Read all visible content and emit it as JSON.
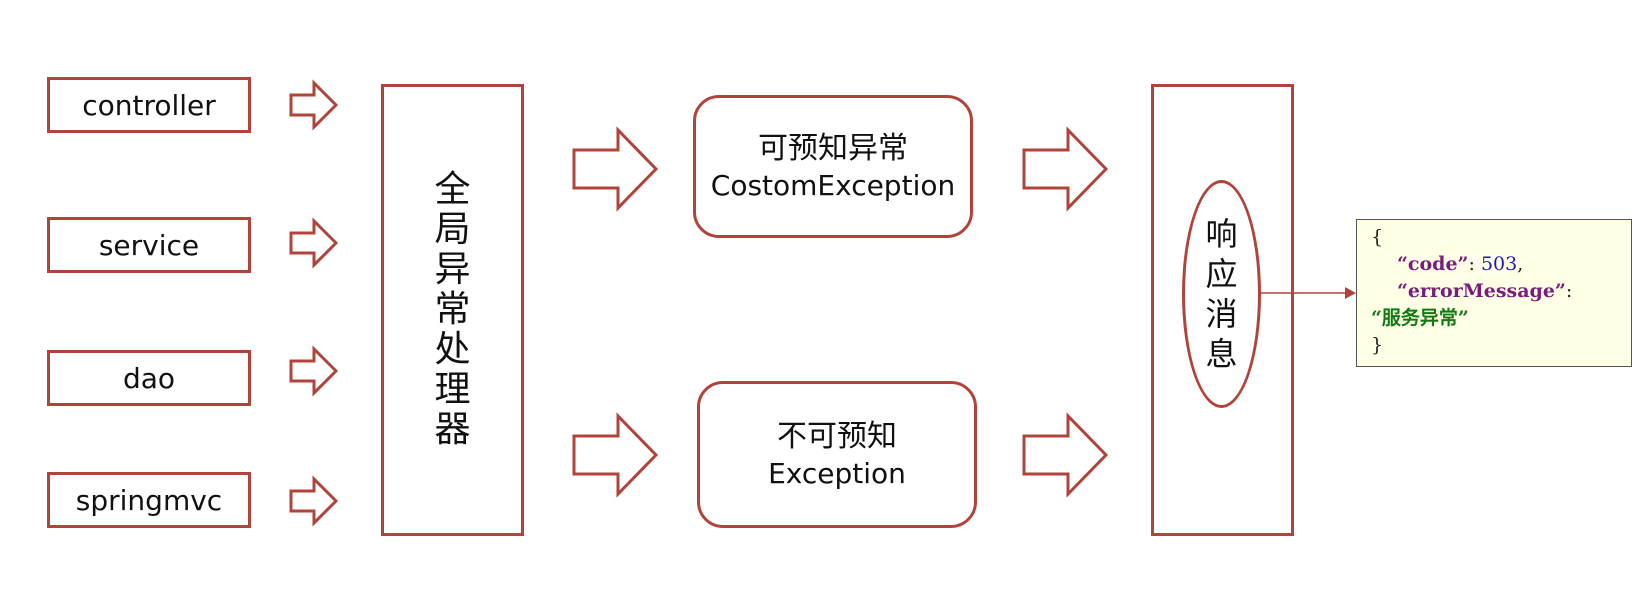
{
  "layers": [
    {
      "label": "controller"
    },
    {
      "label": "service"
    },
    {
      "label": "dao"
    },
    {
      "label": "springmvc"
    }
  ],
  "handler": {
    "chars": [
      "全",
      "局",
      "异",
      "常",
      "处",
      "理",
      "器"
    ]
  },
  "known_exception": {
    "line1": "可预知异常",
    "line2": "CostomException"
  },
  "unknown_exception": {
    "line1": "不可预知",
    "line2": "Exception"
  },
  "response": {
    "chars": [
      "响",
      "应",
      "消",
      "息"
    ]
  },
  "json_sample": {
    "open": "{",
    "code_key": "“code”",
    "code_sep": ": ",
    "code_value": "503",
    "comma": ",",
    "msg_key": "“errorMessage”",
    "msg_sep": ": ",
    "msg_value": "“服务异常”",
    "close": "}"
  },
  "colors": {
    "border": "#b0443a",
    "json_bg": "#ffffe6"
  }
}
